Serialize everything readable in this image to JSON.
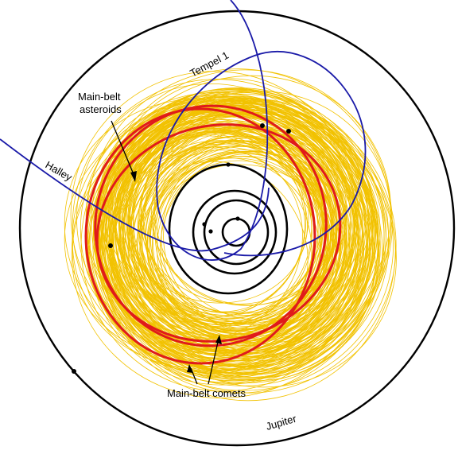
{
  "labels": {
    "main_belt_asteroids_line1": "Main-belt",
    "main_belt_asteroids_line2": "asteroids",
    "tempel": "Tempel 1",
    "halley": "Halley",
    "main_belt_comets": "Main-belt comets",
    "jupiter": "Jupiter"
  },
  "colors": {
    "background": "#ffffff",
    "jupiter_orbit": "#000000",
    "planet_orbits": "#000000",
    "asteroid_orbits": "#f2c200",
    "main_belt_comet_orbits": "#e01b1b",
    "comet_orbits": "#1a1aa8",
    "text": "#000000"
  }
}
